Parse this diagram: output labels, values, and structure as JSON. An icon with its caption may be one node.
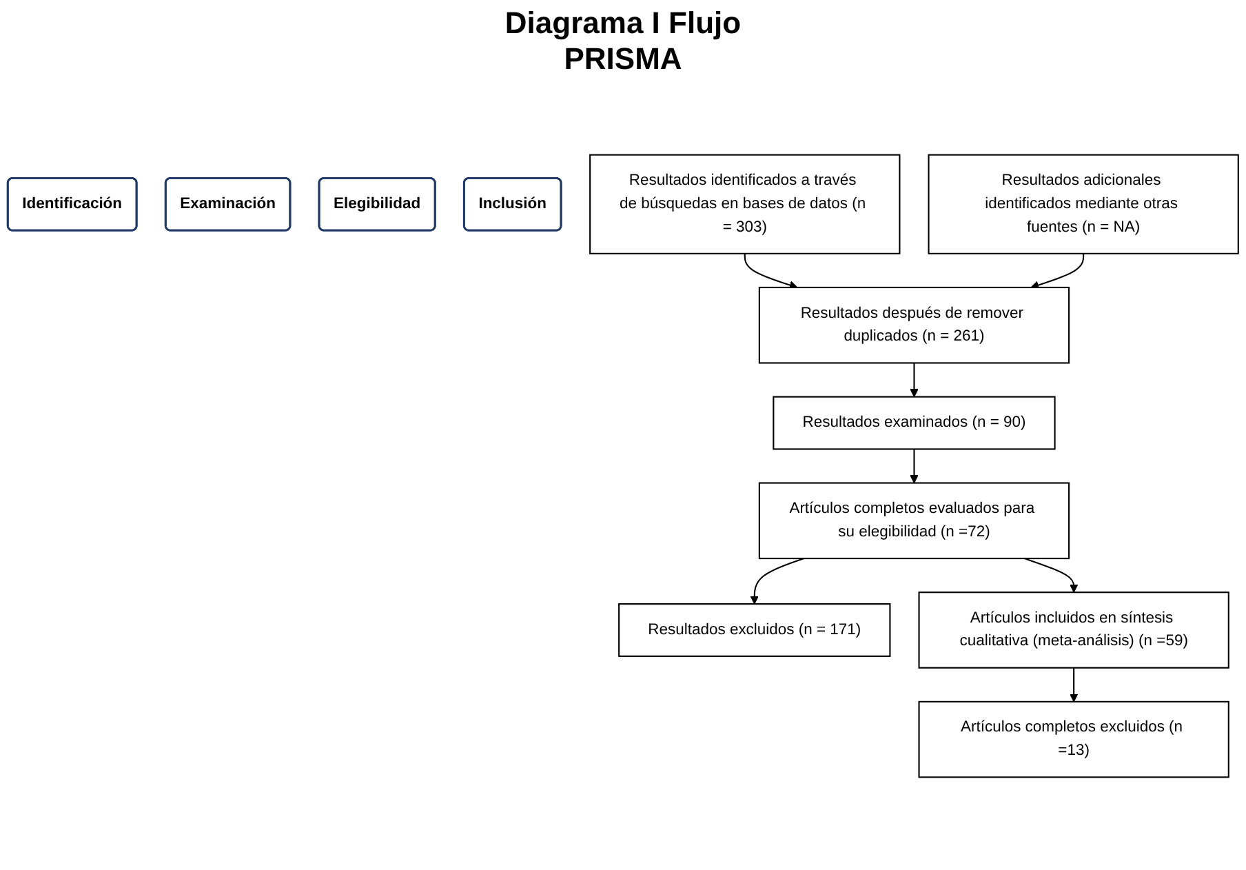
{
  "diagram": {
    "title": "Diagrama I Flujo PRISMA",
    "nodes": [
      {
        "text": [
          "Identificación"
        ]
      },
      {
        "text": [
          "Examinación"
        ]
      },
      {
        "text": [
          "Elegibilidad"
        ]
      },
      {
        "text": [
          "Inclusión"
        ]
      },
      {
        "text": [
          "Resultados identificados a través de búsquedas en bases de datos (n = 303)"
        ]
      },
      {
        "text": [
          "Resultados adicionales identificados mediante otras fuentes (n = NA)"
        ]
      },
      {
        "text": [
          "Resultados después de remover duplicados (n = 261)"
        ]
      },
      {
        "text": [
          "Resultados examinados (n = 90)"
        ]
      },
      {
        "text": [
          "Artículos completos evaluados para su elegibilidad (n =72)"
        ]
      },
      {
        "text": [
          "Resultados excluidos (n = 171)"
        ]
      },
      {
        "text": [
          "Artículos incluidos en síntesis cualitativa (meta-análisis) (n =59)"
        ]
      },
      {
        "text": [
          "Artículos completos excluidos (n =13)"
        ]
      }
    ],
    "edges": [
      {
        "from": 4,
        "to": 6,
        "arrow": "to"
      },
      {
        "from": 5,
        "to": 6,
        "arrow": "to"
      },
      {
        "from": 6,
        "to": 7,
        "arrow": "to"
      },
      {
        "from": 7,
        "to": 8,
        "arrow": "to"
      },
      {
        "from": 8,
        "to": 9,
        "arrow": "to"
      },
      {
        "from": 8,
        "to": 10,
        "arrow": "to"
      },
      {
        "from": 10,
        "to": 11,
        "arrow": "to"
      }
    ]
  }
}
